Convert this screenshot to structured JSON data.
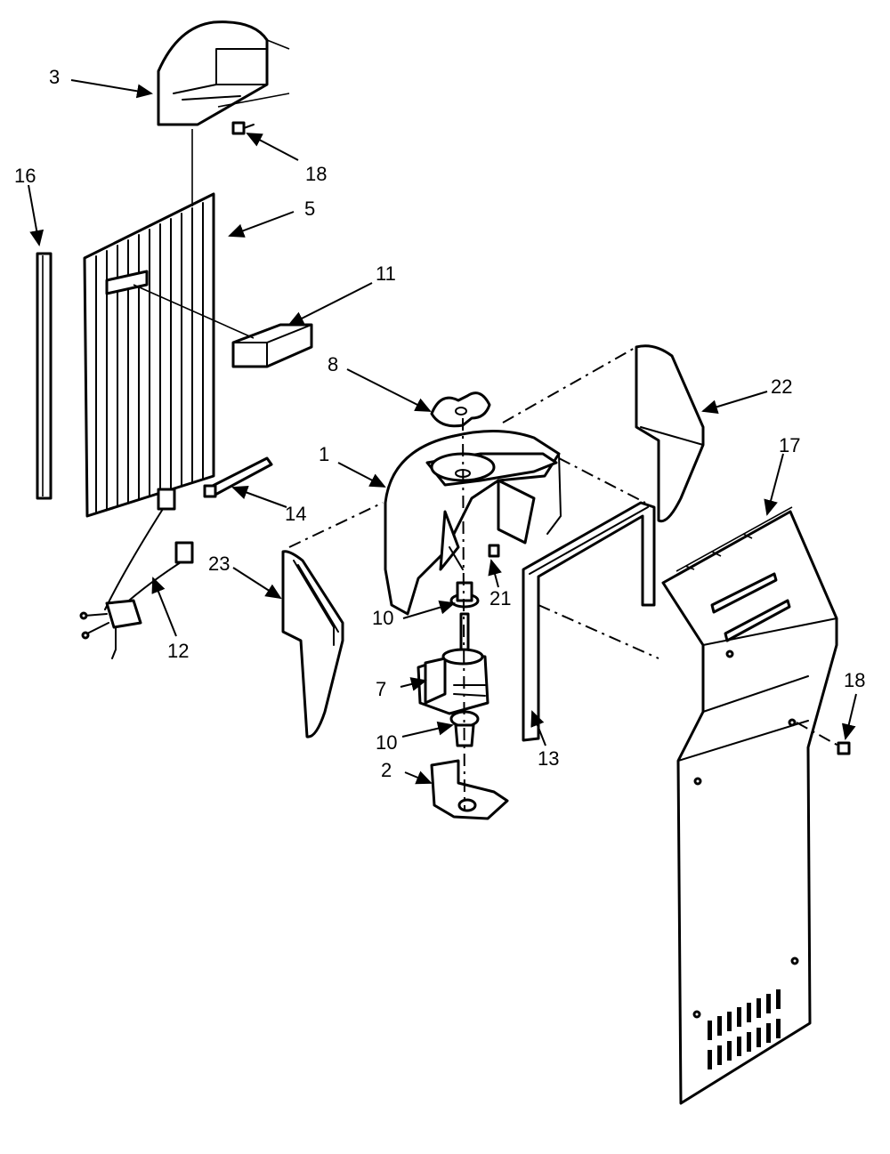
{
  "callouts": [
    {
      "id": "c3",
      "text": "3"
    },
    {
      "id": "c18a",
      "text": "18"
    },
    {
      "id": "c16",
      "text": "16"
    },
    {
      "id": "c5",
      "text": "5"
    },
    {
      "id": "c11",
      "text": "11"
    },
    {
      "id": "c8",
      "text": "8"
    },
    {
      "id": "c22",
      "text": "22"
    },
    {
      "id": "c17",
      "text": "17"
    },
    {
      "id": "c1",
      "text": "1"
    },
    {
      "id": "c14",
      "text": "14"
    },
    {
      "id": "c23",
      "text": "23"
    },
    {
      "id": "c12",
      "text": "12"
    },
    {
      "id": "c21",
      "text": "21"
    },
    {
      "id": "c10a",
      "text": "10"
    },
    {
      "id": "c13",
      "text": "13"
    },
    {
      "id": "c7",
      "text": "7"
    },
    {
      "id": "c10b",
      "text": "10"
    },
    {
      "id": "c18b",
      "text": "18"
    },
    {
      "id": "c2",
      "text": "2"
    }
  ]
}
